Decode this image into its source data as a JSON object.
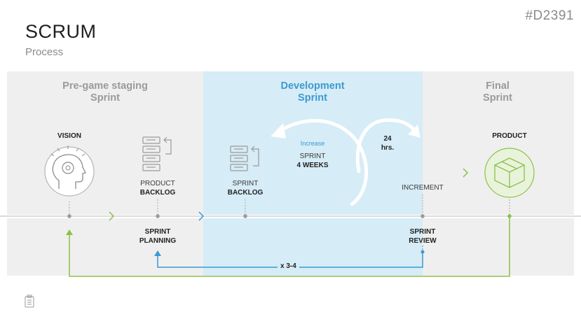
{
  "header": {
    "title": "SCRUM",
    "subtitle": "Process",
    "code": "#D2391"
  },
  "sections": {
    "pregame": {
      "title_line1": "Pre-game staging",
      "title_line2": "Sprint"
    },
    "development": {
      "title_line1": "Development",
      "title_line2": "Sprint"
    },
    "final": {
      "title_line1": "Final",
      "title_line2": "Sprint"
    }
  },
  "nodes": {
    "vision": "VISION",
    "product_backlog": {
      "line1": "PRODUCT",
      "line2": "BACKLOG"
    },
    "sprint_backlog": {
      "line1": "SPRINT",
      "line2": "BACKLOG"
    },
    "sprint": {
      "small": "Increase",
      "line1": "SPRINT",
      "line2": "4 WEEKS"
    },
    "daily": {
      "line1": "24",
      "line2": "hrs."
    },
    "increment": "INCREMENT",
    "product": "PRODUCT",
    "sprint_planning": {
      "line1": "SPRINT",
      "line2": "PLANNING"
    },
    "sprint_review": {
      "line1": "SPRINT",
      "line2": "REVIEW"
    },
    "loop_count": "x 3-4"
  },
  "colors": {
    "gray_panel": "#efefef",
    "blue_panel": "#d6ecf6",
    "blue_accent": "#3b9ad2",
    "green_accent": "#8dbf4a"
  }
}
